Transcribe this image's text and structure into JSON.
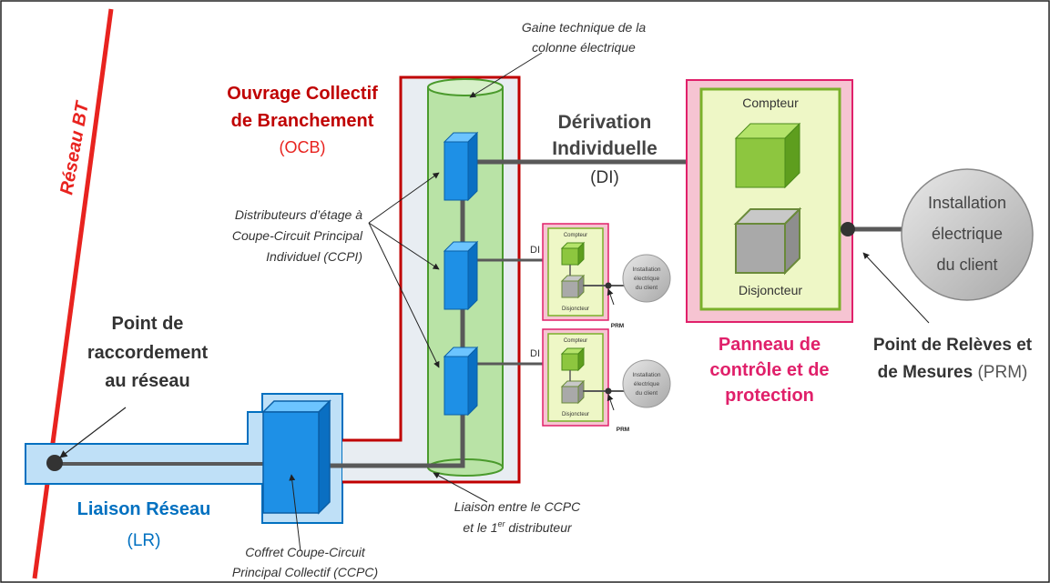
{
  "reseau_bt": "Réseau BT",
  "gaine": [
    "Gaine technique de la",
    "colonne électrique"
  ],
  "ocb": {
    "line1": "Ouvrage Collectif",
    "line2": "de Branchement",
    "abbr": "(OCB)"
  },
  "derivation": {
    "line1": "Dérivation",
    "line2": "Individuelle",
    "abbr": "(DI)"
  },
  "ccpi": [
    "Distributeurs d’étage à",
    "Coupe-Circuit Principal",
    "Individuel (CCPI)"
  ],
  "point_raccordement": [
    "Point de",
    "raccordement",
    "au réseau"
  ],
  "liaison_reseau": {
    "label": "Liaison Réseau",
    "abbr": "(LR)"
  },
  "ccpc": [
    "Coffret Coupe-Circuit",
    "Principal Collectif (CCPC)"
  ],
  "liaison_ccpc": {
    "line1": "Liaison entre le CCPC",
    "line2_prefix": "et le 1",
    "line2_sup": "er",
    "line2_suffix": " distributeur"
  },
  "panneau": {
    "compteur": "Compteur",
    "disjoncteur": "Disjoncteur",
    "title": [
      "Panneau de",
      "contrôle et de",
      "protection"
    ]
  },
  "installation": [
    "Installation",
    "électrique",
    "du client"
  ],
  "prm": {
    "line1": "Point de Relèves et",
    "line2_bold": "de Mesures",
    "line2_abbr": " (PRM)"
  },
  "mini": {
    "compteur": "Compteur",
    "disjoncteur": "Disjoncteur",
    "di": "DI",
    "prm": "PRM",
    "installation": [
      "Installation",
      "électrique",
      "du client"
    ]
  },
  "colors": {
    "red": "#e8231f",
    "dark_red": "#c00000",
    "blue": "#0070c0",
    "magenta": "#e0206a",
    "green": "#8dc63f",
    "cube_blue": "#1e90e6",
    "grey_wire": "#595959"
  }
}
